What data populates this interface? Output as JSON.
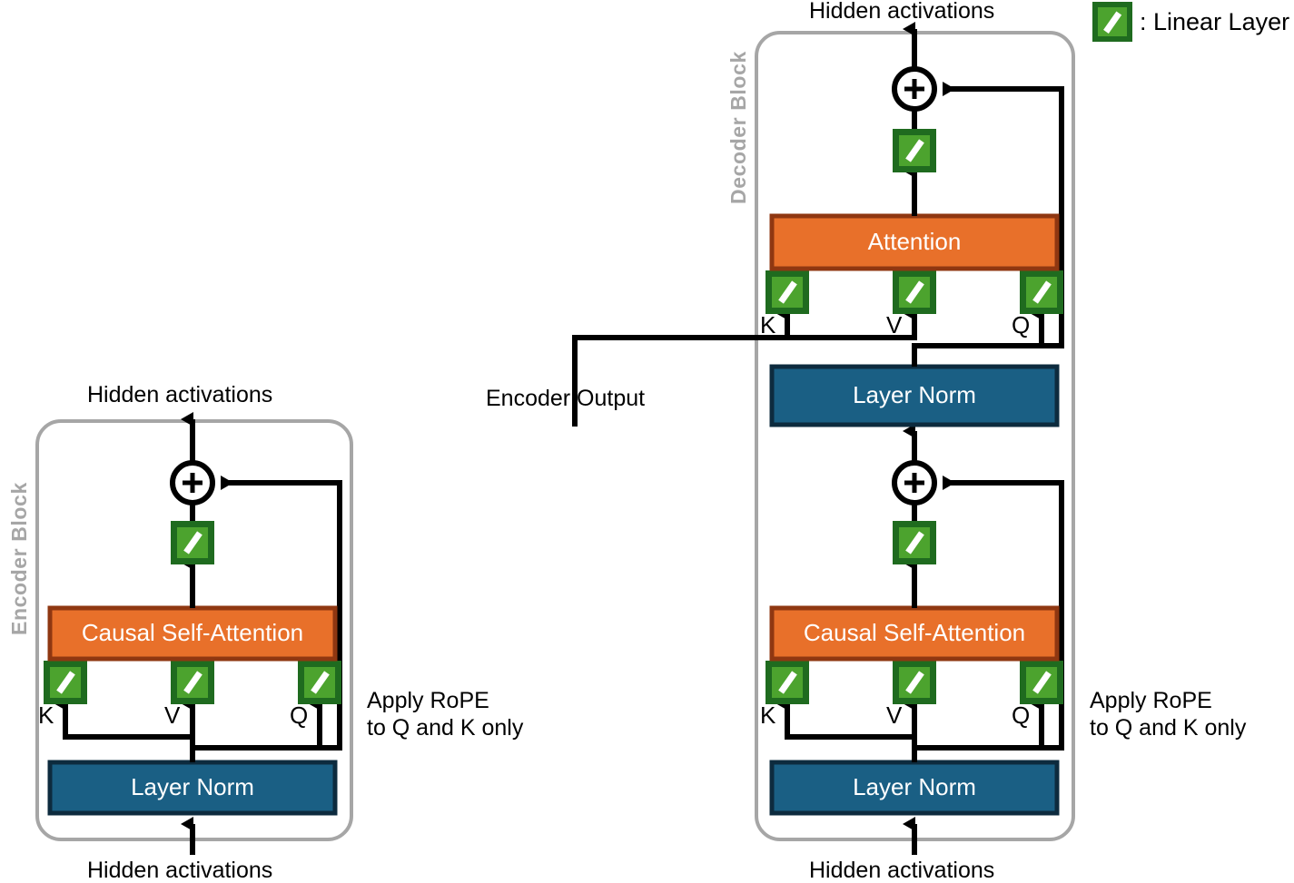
{
  "diagram": {
    "title_top_left": "Hidden activations",
    "title_top_right": "Hidden activations",
    "title_bottom_left": "Hidden activations",
    "title_bottom_right": "Hidden activations"
  },
  "legend": {
    "icon": "linear-layer-swatch",
    "separator": ":",
    "label": "Linear Layer",
    "full_text": ": Linear Layer"
  },
  "colors": {
    "attention_fill": "#e8702a",
    "attention_stroke": "#8f3711",
    "layernorm_fill": "#1a5f84",
    "layernorm_stroke": "#0d2b3e",
    "linear_outer": "#1f6b1f",
    "linear_inner": "#4ca32e",
    "linear_slash": "#ffffff",
    "block_frame": "#a6a6a6",
    "wire": "#000000",
    "block_title": "#a6a6a6"
  },
  "encoder_block": {
    "title": "Encoder Block",
    "top_label": "Hidden activations",
    "bottom_label": "Hidden activations",
    "attention_label": "Causal Self-Attention",
    "layernorm_label": "Layer Norm",
    "projection_labels": [
      "K",
      "V",
      "Q"
    ],
    "residual_symbol": "+",
    "annotation": "Apply RoPE\nto Q and K only",
    "annotation_line1": "Apply RoPE",
    "annotation_line2": "to Q and K only",
    "linear_layers": [
      "output-projection",
      "k-projection",
      "v-projection",
      "q-projection"
    ]
  },
  "decoder_block": {
    "title": "Decoder Block",
    "top_label": "Hidden activations",
    "bottom_label": "Hidden activations",
    "cross_attention_label": "Attention",
    "cross_layernorm_label": "Layer Norm",
    "self_attention_label": "Causal Self-Attention",
    "self_layernorm_label": "Layer Norm",
    "cross_projection_labels": [
      "K",
      "V",
      "Q"
    ],
    "self_projection_labels": [
      "K",
      "V",
      "Q"
    ],
    "residual_symbol_top": "+",
    "residual_symbol_bottom": "+",
    "encoder_output_label": "Encoder Output",
    "annotation_line1": "Apply RoPE",
    "annotation_line2": "to Q and K only"
  }
}
